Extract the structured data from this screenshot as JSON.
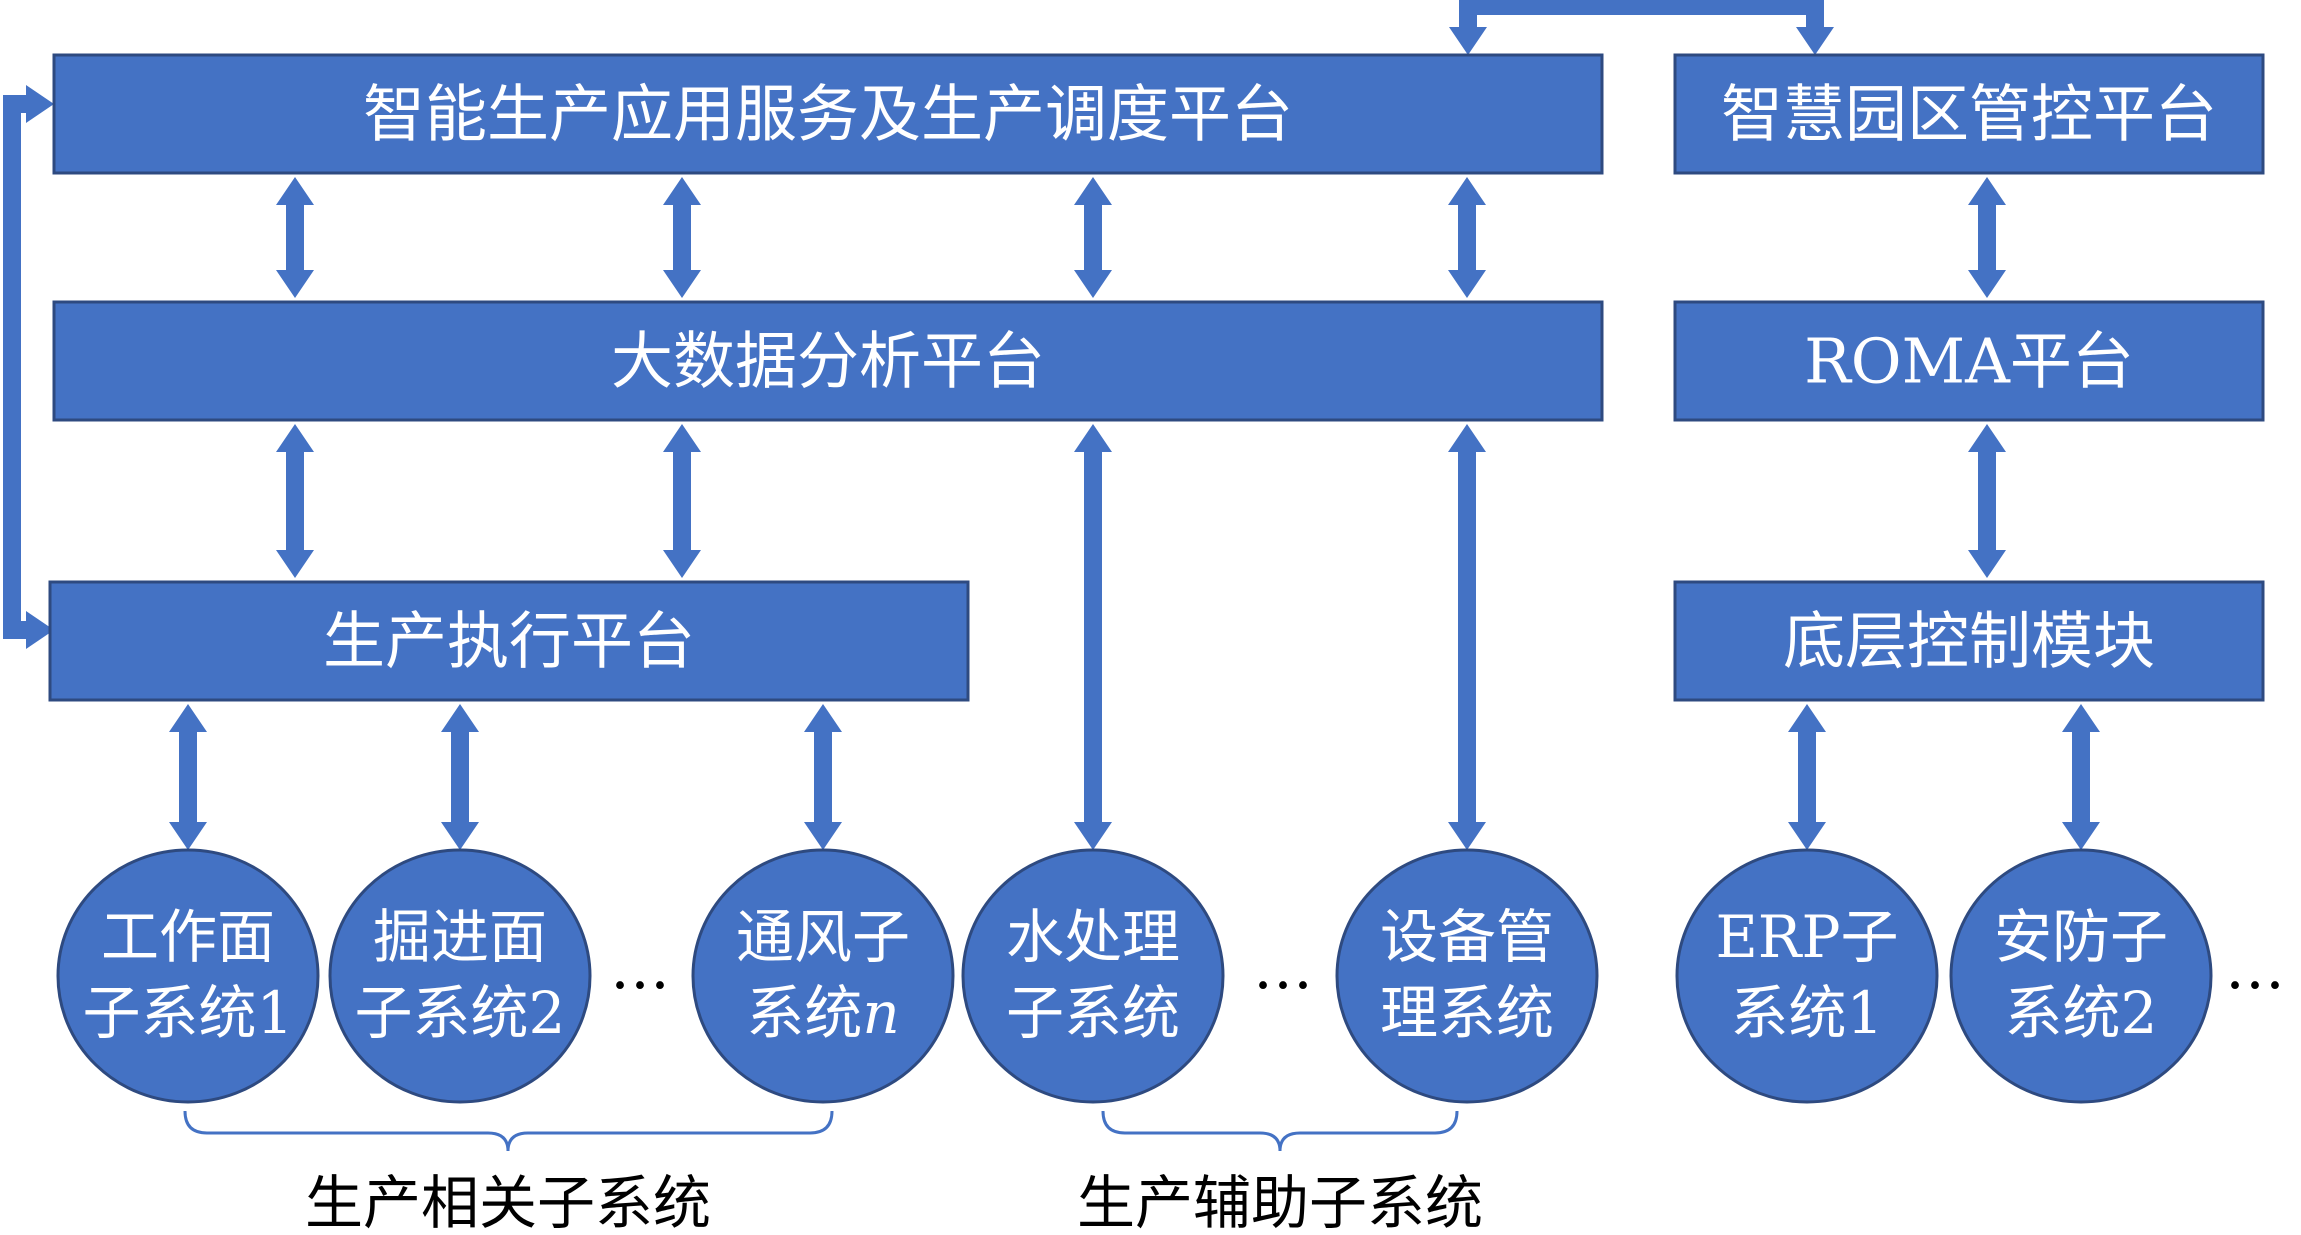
{
  "colors": {
    "fill": "#4472c4",
    "stroke": "#2e4a80",
    "arrow": "#4472c4",
    "text_on_fill": "#ffffff",
    "text": "#000000",
    "brace": "#4472c4"
  },
  "platforms": {
    "smart_production": "智能生产应用服务及生产调度平台",
    "big_data": "大数据分析平台",
    "production_exec": "生产执行平台",
    "smart_park": "智慧园区管控平台",
    "roma": "ROMA平台",
    "bottom_control": "底层控制模块"
  },
  "subsystems": {
    "work_face": {
      "line1": "工作面",
      "line2": "子系统1"
    },
    "heading_face": {
      "line1": "掘进面",
      "line2": "子系统2"
    },
    "ventilation": {
      "line1": "通风子",
      "line2": "系统",
      "line2_italic": "n"
    },
    "water": {
      "line1": "水处理",
      "line2": "子系统"
    },
    "equipment": {
      "line1": "设备管",
      "line2": "理系统"
    },
    "erp": {
      "line1": "ERP子",
      "line2": "系统1"
    },
    "security": {
      "line1": "安防子",
      "line2": "系统2"
    }
  },
  "ellipsis": "…",
  "groups": {
    "production_related": "生产相关子系统",
    "production_auxiliary": "生产辅助子系统"
  }
}
